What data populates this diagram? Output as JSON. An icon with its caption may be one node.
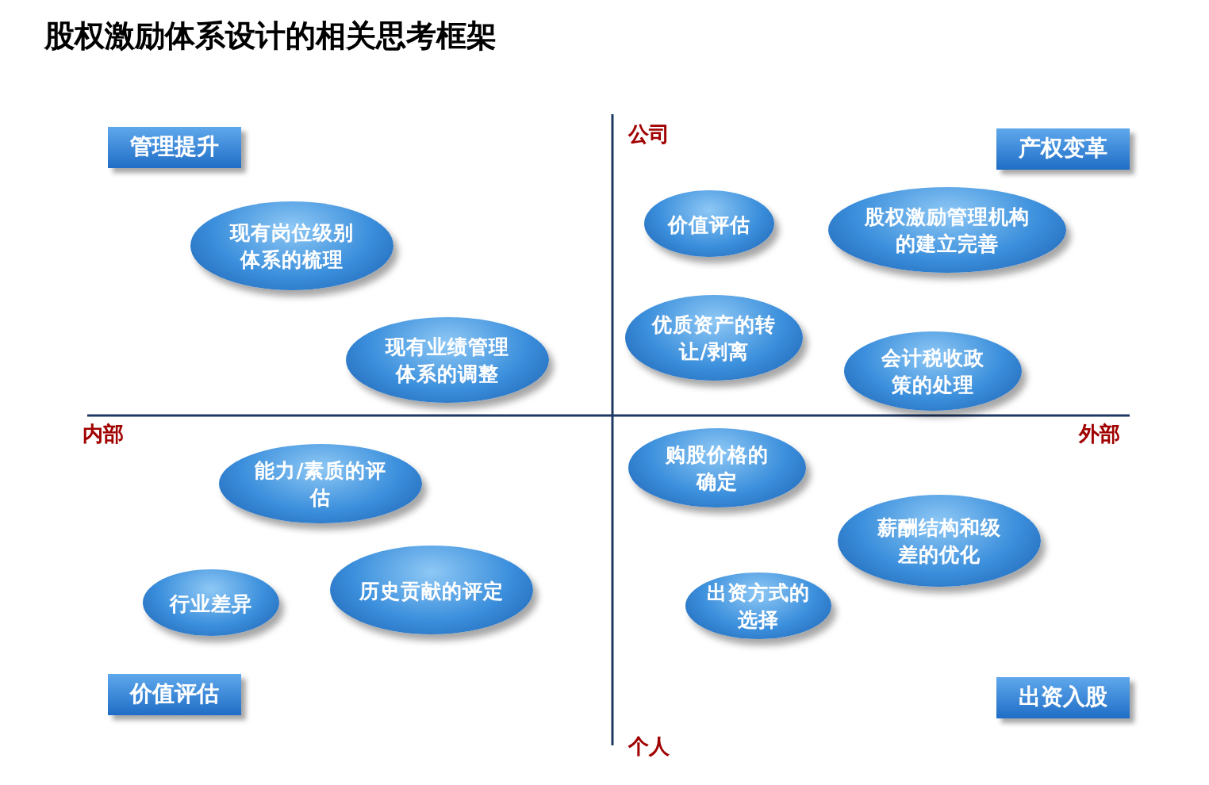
{
  "diagram": {
    "title": "股权激励体系设计的相关思考框架",
    "nodes": [
      {
        "text": [
          "管理提升"
        ]
      },
      {
        "text": [
          "产权变革"
        ]
      },
      {
        "text": [
          "现有岗位级别体系的梳理"
        ]
      },
      {
        "text": [
          "价值评估"
        ]
      },
      {
        "text": [
          "股权激励管理机构的建立完善"
        ]
      },
      {
        "text": [
          "优质资产的转让/剥离"
        ]
      },
      {
        "text": [
          "现有业绩管理体系的调整"
        ]
      },
      {
        "text": [
          "会计税收政策的处理"
        ]
      },
      {
        "text": [
          "购股价格的确定"
        ]
      },
      {
        "text": [
          "能力/素质的评估"
        ]
      },
      {
        "text": [
          "薪酬结构和级差的优化"
        ]
      },
      {
        "text": [
          "行业差异"
        ]
      },
      {
        "text": [
          "历史贡献的评定"
        ]
      },
      {
        "text": [
          "出资方式的选择"
        ]
      },
      {
        "text": [
          "价值评估"
        ]
      },
      {
        "text": [
          "出资入股"
        ]
      }
    ],
    "labels": [
      "公司",
      "内部",
      "外部",
      "个人"
    ]
  }
}
